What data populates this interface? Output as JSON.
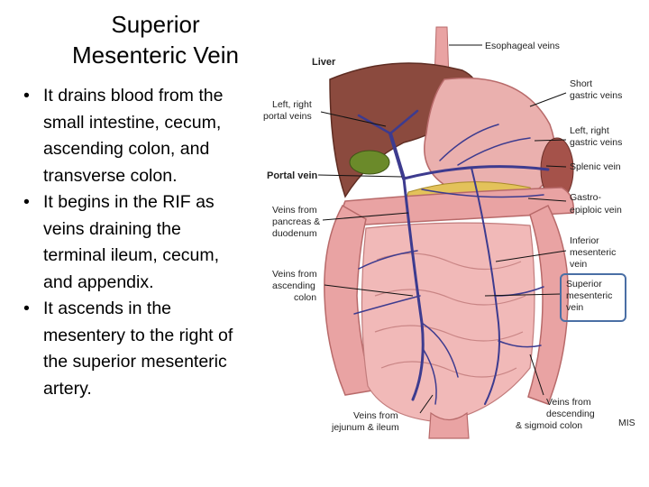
{
  "slide": {
    "title_line1": "Superior",
    "title_line2": "Mesenteric Vein",
    "bullets": [
      "It drains blood from the small intestine, cecum, ascending colon, and transverse colon.",
      "It begins in the RIF as veins draining the terminal ileum, cecum, and appendix.",
      "It ascends in the mesentery to the right of the superior mesenteric artery."
    ]
  },
  "figure": {
    "labels": {
      "liver": "Liver",
      "esophageal_veins": "Esophageal veins",
      "short_gastric_1": "Short",
      "short_gastric_2": "gastric veins",
      "left_right_portal_1": "Left, right",
      "left_right_portal_2": "portal veins",
      "left_right_gastric_1": "Left, right",
      "left_right_gastric_2": "gastric veins",
      "portal_vein": "Portal vein",
      "splenic_vein": "Splenic vein",
      "pancreas_1": "Veins from",
      "pancreas_2": "pancreas &",
      "pancreas_3": "duodenum",
      "gastroepiploic_1": "Gastro-",
      "gastroepiploic_2": "epiploic vein",
      "inferior_mes_1": "Inferior",
      "inferior_mes_2": "mesenteric",
      "inferior_mes_3": "vein",
      "ascending_1": "Veins from",
      "ascending_2": "ascending",
      "ascending_3": "colon",
      "superior_mes_1": "Superior",
      "superior_mes_2": "mesenteric",
      "superior_mes_3": "vein",
      "descending_1": "Veins from",
      "descending_2": "descending",
      "descending_3": "& sigmoid colon",
      "jejunum_1": "Veins from",
      "jejunum_2": "jejunum & ileum",
      "watermark": "MIS"
    },
    "colors": {
      "liver": "#8b4a3e",
      "intestine": "#e9a3a3",
      "vein": "#3d3b8f",
      "gallbladder": "#6b8a2a",
      "pancreas": "#e3c25a",
      "highlight_box": "#4a6fa5"
    }
  }
}
